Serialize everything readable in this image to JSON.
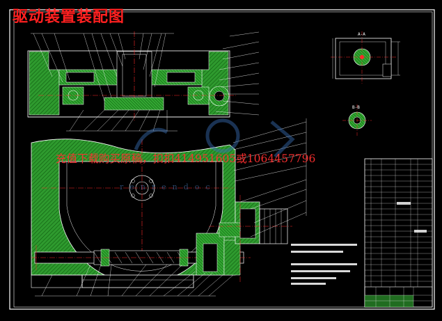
{
  "drawing": {
    "title": "驱动装置装配图",
    "watermark_text": "充值下载购买原稿，扣扣414951605或1064457796",
    "watermark_site": "renrendoc",
    "section_label_a": "A-A",
    "section_label_b": "B-B"
  },
  "colors": {
    "background": "#000000",
    "border": "#ffffff",
    "section_fill": "#2e9a2e",
    "centerline": "#ff2a2a",
    "leader": "#ffffff",
    "watermark": "#ff3030",
    "logo": "#3a70b8"
  }
}
